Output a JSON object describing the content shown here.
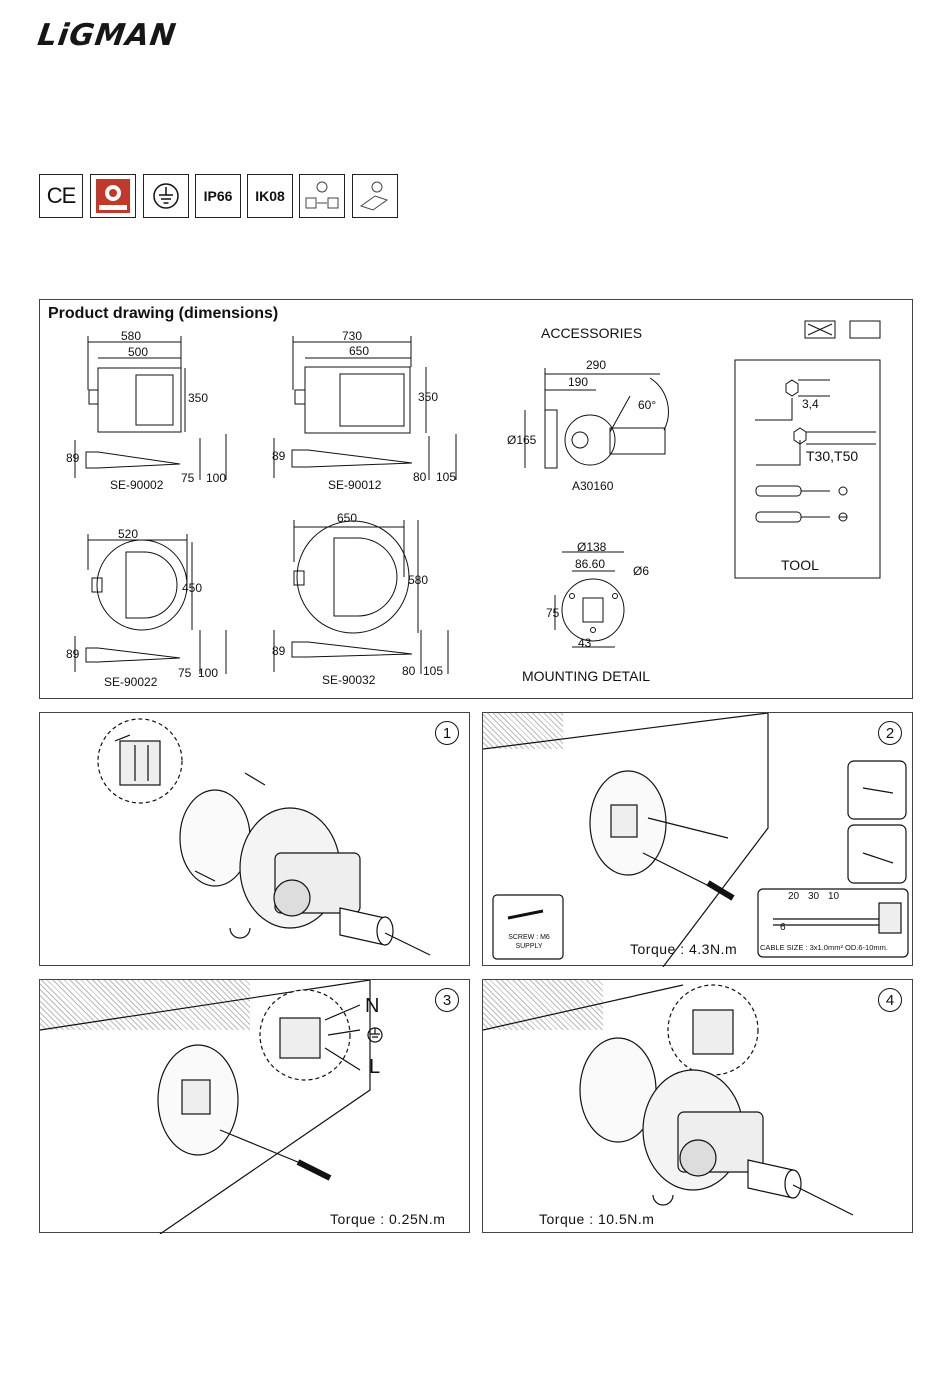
{
  "brand": {
    "logo": "LiGMAN"
  },
  "certifications": [
    "CE",
    "IP66",
    "IK08"
  ],
  "drawing": {
    "title": "Product drawing (dimensions)",
    "accessories_label": "ACCESSORIES",
    "tool_label": "TOOL",
    "mounting_label": "MOUNTING DETAIL",
    "models": [
      {
        "code": "SE-90002",
        "width_outer": "580",
        "width_inner": "500",
        "depth": "350",
        "height": "89",
        "d1": "75",
        "d2": "100"
      },
      {
        "code": "SE-90012",
        "width_outer": "730",
        "width_inner": "650",
        "depth": "350",
        "height": "89",
        "d1": "80",
        "d2": "105"
      },
      {
        "code": "SE-90022",
        "width": "520",
        "depth": "450",
        "height": "89",
        "d1": "75",
        "d2": "100"
      },
      {
        "code": "SE-90032",
        "width": "650",
        "depth": "580",
        "height": "89",
        "d1": "80",
        "d2": "105"
      }
    ],
    "accessory": {
      "code": "A30160",
      "len_total": "290",
      "len_inner": "190",
      "angle": "60°",
      "diameter": "Ø165"
    },
    "tools": {
      "hex": "3,4",
      "torx": "T30,T50"
    },
    "mounting": {
      "diameter": "Ø138",
      "pitch": "86.60",
      "hole": "Ø6",
      "offset_v": "75",
      "offset_h": "43"
    }
  },
  "steps": [
    {
      "number": "1",
      "torque": ""
    },
    {
      "number": "2",
      "torque": "Torque : 4.3N.m",
      "screw_label": "SCREW : M6",
      "supply_label": "SUPPLY",
      "cable_dims": [
        "20",
        "30",
        "10",
        "6"
      ],
      "cable_size": "CABLE SIZE : 3x1.0mm²  OD.6-10mm."
    },
    {
      "number": "3",
      "torque": "Torque : 0.25N.m",
      "wire_n": "N",
      "wire_l": "L"
    },
    {
      "number": "4",
      "torque": "Torque : 10.5N.m"
    }
  ]
}
